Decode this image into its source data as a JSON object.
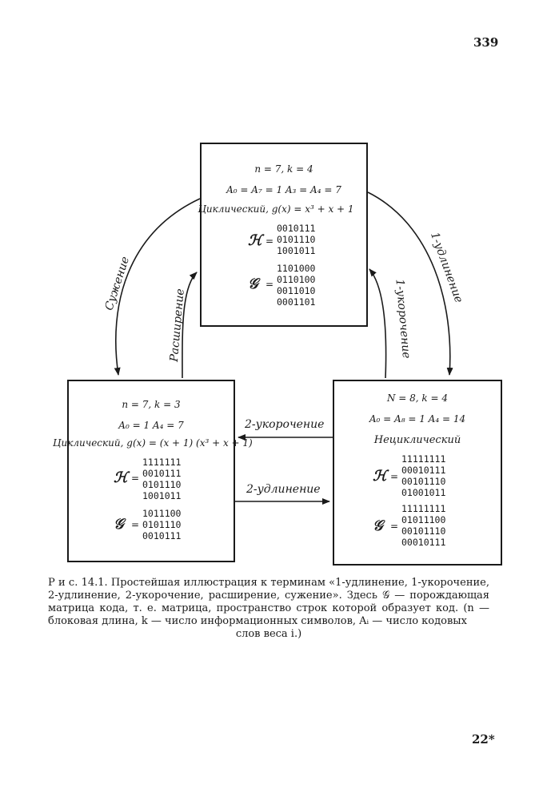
{
  "page": {
    "number_top": "339",
    "number_bottom": "22*"
  },
  "boxes": {
    "top": {
      "params": "n = 7, k = 4",
      "weights": "A₀ = A₇ = 1    A₃ = A₄ = 7",
      "type": "Циклический, g(x) = x³ + x + 1",
      "h_symbol": "ℋ",
      "h_rows": "0010111\n0101110\n1001011",
      "g_symbol": "𝒢",
      "g_rows": "1101000\n0110100\n0011010\n0001101"
    },
    "left": {
      "params": "n = 7, k = 3",
      "weights": "A₀ = 1    A₄ = 7",
      "type": "Циклический, g(x) = (x + 1) (x³ + x + 1)",
      "h_symbol": "ℋ",
      "h_rows": "1111111\n0010111\n0101110\n1001011",
      "g_symbol": "𝒢",
      "g_rows": "1011100\n0101110\n0010111"
    },
    "right": {
      "params": "N = 8, k = 4",
      "weights": "A₀ = A₈ = 1    A₄ = 14",
      "type": "Нециклический",
      "h_symbol": "ℋ",
      "h_rows": "11111111\n00010111\n00101110\n01001011",
      "g_symbol": "𝒢",
      "g_rows": "11111111\n01011100\n00101110\n00010111"
    }
  },
  "arrows": {
    "narrowing": "Сужение",
    "extension": "Расширение",
    "puncture_1": "1-укорочение",
    "lengthen_1": "1-удлинение",
    "puncture_2": "2-укорочение",
    "lengthen_2": "2-удлинение"
  },
  "caption": {
    "line1": "Р и с.  14.1. Простейшая иллюстрация к терминам «1-удлинение, 1-укорочение,",
    "line2": "2-удлинение, 2-укорочение, расширение, сужение». Здесь 𝒢 — порождающая",
    "line3": "матрица кода, т. е. матрица, пространство строк которой образует код. (n —",
    "line4": "блоковая длина, k — число информационных символов, Aᵢ — число кодовых",
    "line5": "слов веса i.)"
  }
}
